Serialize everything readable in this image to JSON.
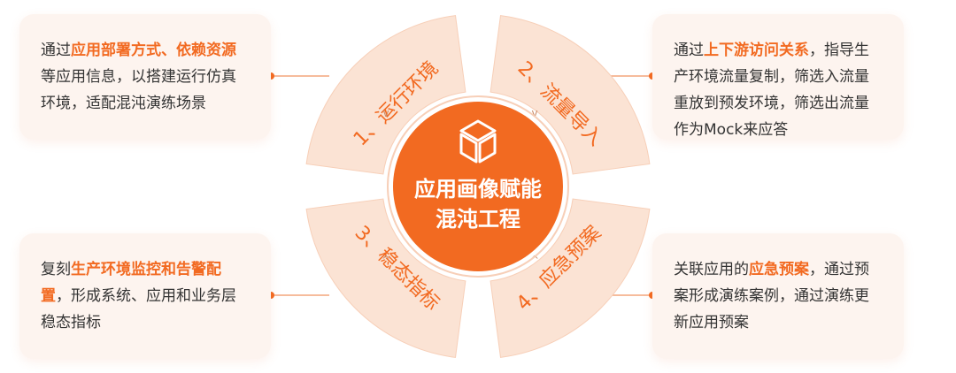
{
  "center": {
    "line1": "应用画像赋能",
    "line2": "混沌工程",
    "icon": "cube-icon"
  },
  "segments": [
    {
      "label": "1、运行环境"
    },
    {
      "label": "2、流量导入"
    },
    {
      "label": "3、稳态指标"
    },
    {
      "label": "4、应急预案"
    }
  ],
  "cards": {
    "top_left": {
      "t1": "通过",
      "h1": "应用部署方式、依赖资源",
      "t2": "等应用信息，以搭建运行仿真环境，适配混沌演练场景"
    },
    "top_right": {
      "t1": "通过",
      "h1": "上下游访问关系",
      "t2": "，指导生产环境流量复制，筛选入流量重放到预发环境，筛选出流量作为Mock来应答"
    },
    "bottom_left": {
      "t1": "复刻",
      "h1": "生产环境监控和告警配置",
      "t2": "，形成系统、应用和业务层稳态指标"
    },
    "bottom_right": {
      "t1": "关联应用的",
      "h1": "应急预案",
      "t2": "，通过预案形成演练案例，通过演练更新应用预案"
    }
  },
  "colors": {
    "accent": "#f26a21",
    "ring": "#fbe3d4",
    "card_bg": "#fdf4ef"
  }
}
